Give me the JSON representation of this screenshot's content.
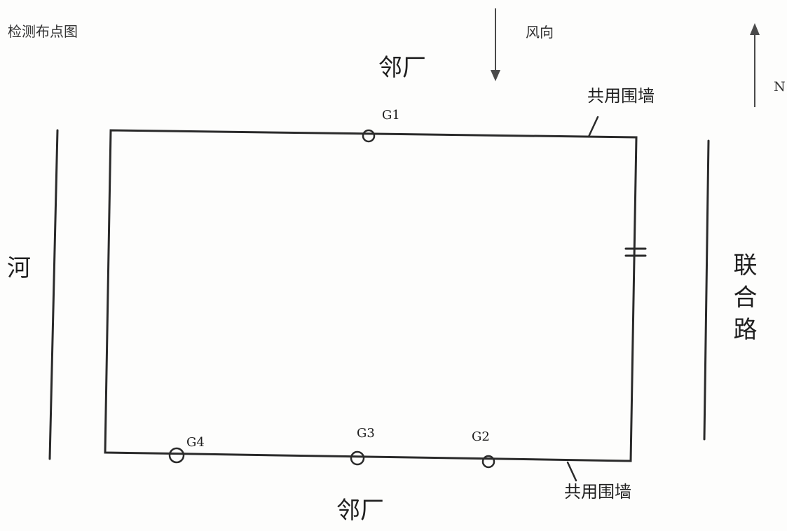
{
  "title": "检测布点图",
  "wind_direction_label": "风向",
  "north_label": "N",
  "neighbors": {
    "top": "邻厂",
    "bottom": "邻厂",
    "left": "河",
    "right": "联合路"
  },
  "walls": {
    "top_shared_wall": "共用围墙",
    "bottom_shared_wall": "共用围墙"
  },
  "points": [
    {
      "label": "G1"
    },
    {
      "label": "G2"
    },
    {
      "label": "G3"
    },
    {
      "label": "G4"
    }
  ]
}
